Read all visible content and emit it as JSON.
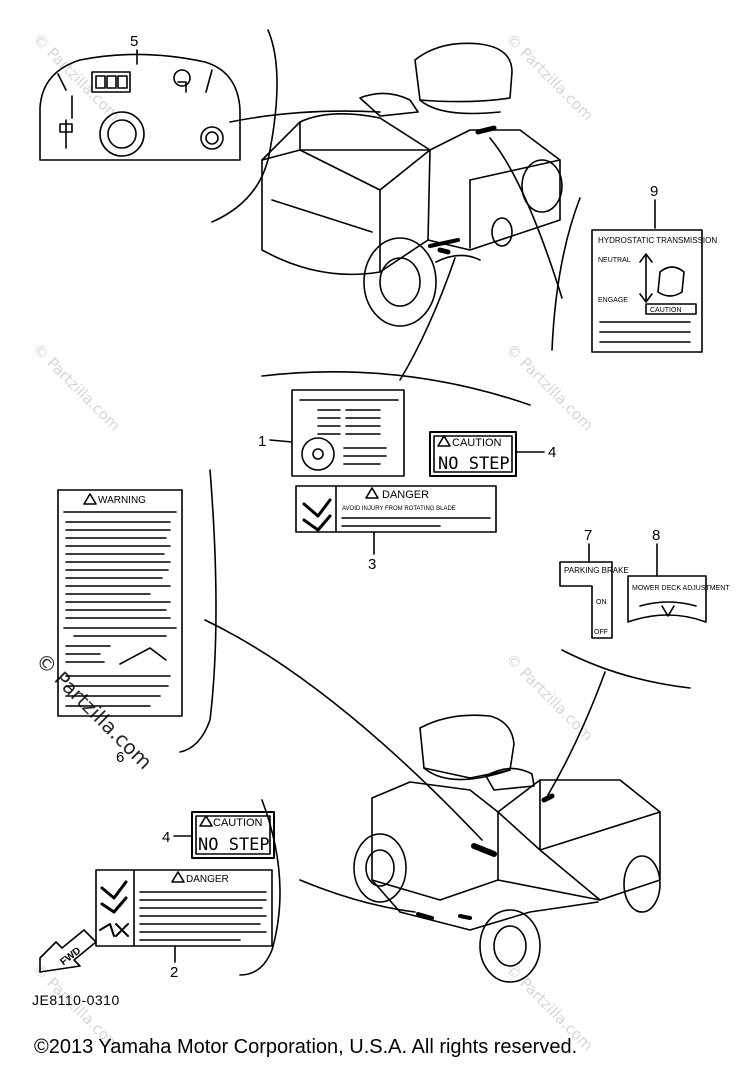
{
  "watermark": "© Partzilla.com",
  "callouts": [
    "1",
    "2",
    "3",
    "4",
    "4",
    "5",
    "6",
    "7",
    "8",
    "9"
  ],
  "labels": {
    "danger": "DANGER",
    "danger_sub": "AVOID INJURY FROM ROTATING BLADE",
    "caution": "CAUTION",
    "no_step": "NO STEP",
    "warning": "WARNING",
    "parking_brake": "PARKING BRAKE",
    "on": "ON",
    "off": "OFF",
    "mower_deck": "MOWER DECK ADJUSTMENT",
    "hydrostatic": "HYDROSTATIC TRANSMISSION",
    "neutral": "NEUTRAL",
    "engage": "ENGAGE",
    "fwd": "FWD"
  },
  "drawing_code": "JE8110-0310",
  "copyright": "©2013 Yamaha Motor Corporation, U.S.A. All rights reserved."
}
